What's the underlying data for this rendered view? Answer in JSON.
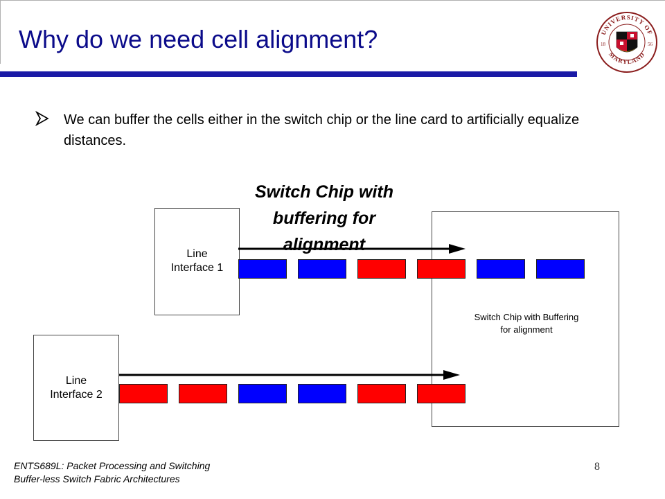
{
  "slide": {
    "title": "Why do we need cell alignment?",
    "bullet": "We can buffer the cells either in the switch chip or the line card to artificially equalize distances.",
    "bullet_icon": "arrow-bullet-icon",
    "diagram": {
      "caption_line1": "Switch Chip with",
      "caption_line2": "buffering for",
      "caption_line3": "alignment",
      "line_interface_1_line1": "Line",
      "line_interface_1_line2": "Interface 1",
      "line_interface_2_line1": "Line",
      "line_interface_2_line2": "Interface 2",
      "switch_line1": "Switch Chip with Buffering",
      "switch_line2": "for alignment",
      "row1_cells": [
        "blue",
        "blue",
        "red",
        "red",
        "blue",
        "blue"
      ],
      "row2_cells": [
        "red",
        "red",
        "blue",
        "blue",
        "red",
        "red"
      ],
      "colors": {
        "blue": "#0000ff",
        "red": "#ff0000"
      }
    },
    "footer_line1": "ENTS689L: Packet Processing and Switching",
    "footer_line2": "Buffer-less Switch Fabric Architectures",
    "page_number": "8",
    "logo": {
      "text_top": "UNIVERSITY OF",
      "text_bottom": "MARYLAND",
      "year_left": "18",
      "year_right": "56"
    }
  },
  "theme": {
    "title_color": "#0b0b8a",
    "rule_color": "#1a1aa6"
  }
}
